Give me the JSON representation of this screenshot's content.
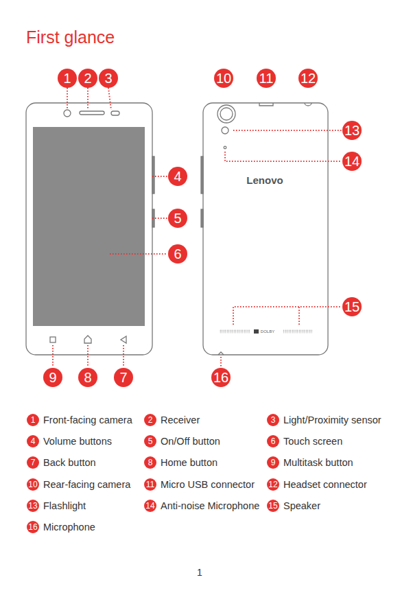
{
  "diagram": {
    "title": "First glance",
    "labels": [
      "1",
      "2",
      "3",
      "10",
      "11",
      "12",
      "13",
      "14",
      "4",
      "5",
      "6",
      "15",
      "9",
      "8",
      "7",
      "16",
      "1",
      "Front-facing camera",
      "2",
      "Receiver",
      "3",
      "Light/Proximity sensor",
      "4",
      "Volume buttons",
      "5",
      "On/Off button",
      "6",
      "Touch screen",
      "7",
      "Back button",
      "8",
      "Home button",
      "9",
      "Multitask button",
      "10",
      "Rear-facing camera",
      "11",
      "Micro USB connector",
      "12",
      "Headset connector",
      "13",
      "Flashlight",
      "14",
      "Anti-noise Microphone",
      "15",
      "Speaker",
      "16",
      "Microphone",
      "Lenovo",
      "DOLBY",
      "1"
    ]
  }
}
